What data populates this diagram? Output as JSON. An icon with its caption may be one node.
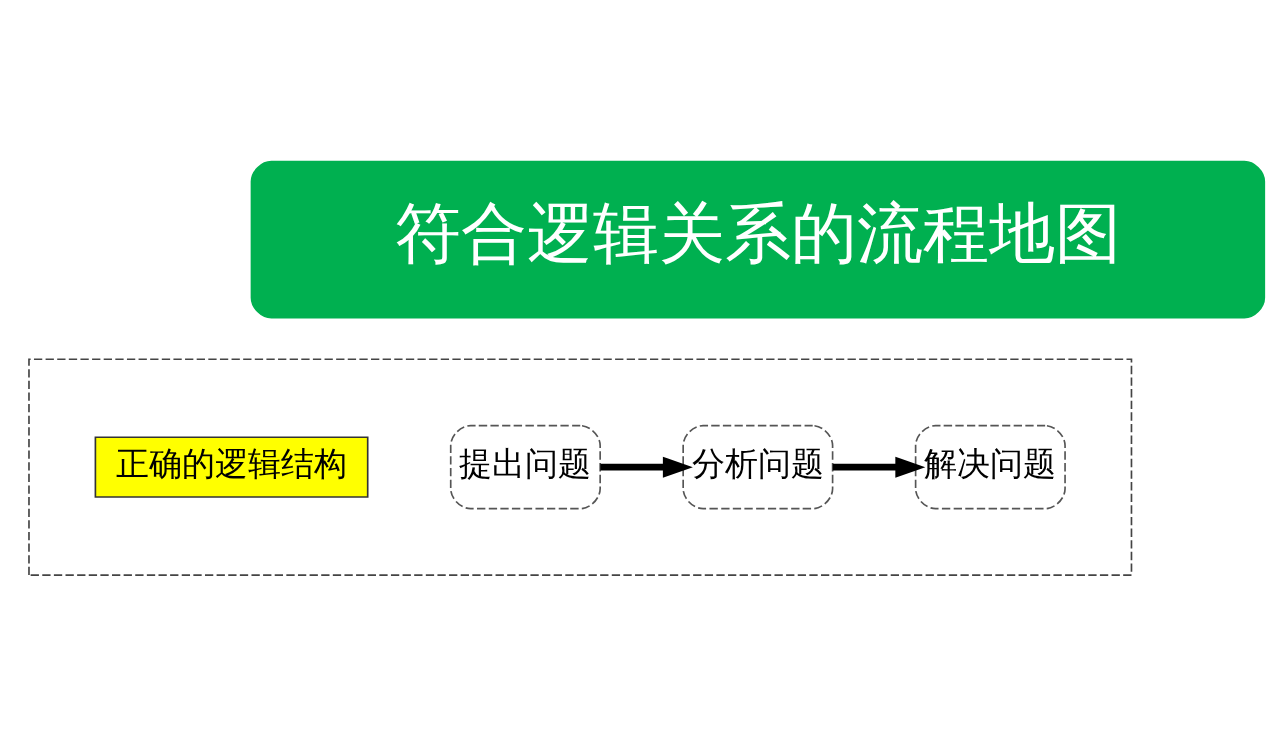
{
  "diagram": {
    "nodes": [
      {
        "text": [
          "符合逻辑关系的流程地图"
        ]
      },
      {
        "text": [],
        "shape": "box"
      },
      {
        "text": [
          "正确的逻辑结构"
        ],
        "in": 1
      },
      {
        "text": [
          "提出问题"
        ],
        "in": 1
      },
      {
        "text": [
          "分析问题"
        ],
        "in": 1
      },
      {
        "text": [
          "解决问题"
        ],
        "in": 1
      }
    ],
    "edges": [
      {
        "from": 3,
        "to": 4,
        "arrow": "to"
      },
      {
        "from": 4,
        "to": 5,
        "arrow": "to"
      }
    ]
  }
}
